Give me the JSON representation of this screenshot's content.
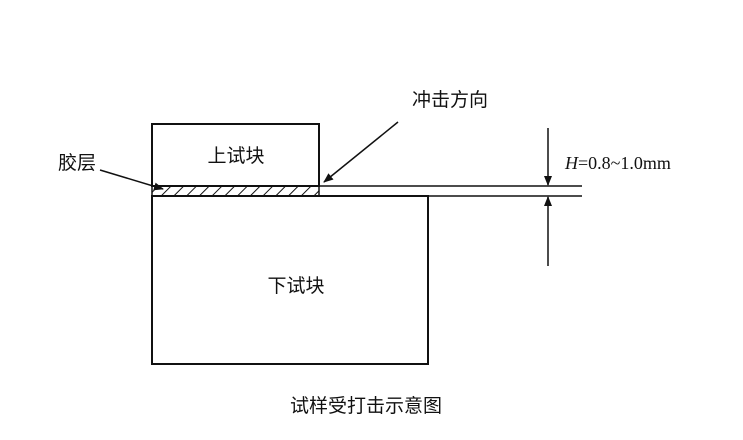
{
  "labels": {
    "upper_block": "上试块",
    "lower_block": "下试块",
    "glue_layer": "胶层",
    "impact_direction": "冲击方向",
    "thickness_var": "H",
    "thickness_value": "=0.8~1.0mm",
    "caption": "试样受打击示意图"
  },
  "colors": {
    "line": "#111111",
    "background": "#ffffff"
  }
}
